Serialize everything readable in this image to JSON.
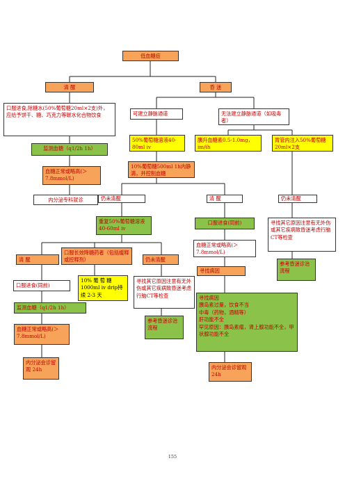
{
  "title": "低血糖症",
  "nodes": {
    "conscious": "清 醒",
    "coma": "昏 迷",
    "oral_sugar": "口服进食,除糖水(50%葡萄糖20ml×2支)外，应给予饼干、糖、巧克力等碳水化合物饮食",
    "monitor1": "监测血糖（q1/2h 1h）",
    "normal1": "血糖正常或略高(＞7.8mmol/L)",
    "endo_clinic": "内分泌专科就诊",
    "iv_possible": "可建立静脉通道",
    "iv_impossible": "无法建立静脉通道（如吸毒者）",
    "glucose50": "50%葡萄糖溶液40-80ml iv",
    "glucose10": "10%葡萄糖500ml 1h内静滴，并控制血糖",
    "glucagon": "胰升血糖素0.5-1.0mg，im/ih",
    "stomach_tube": "胃管内注入50%葡萄糖20ml×2支",
    "still_unconscious1": "仍未清醒",
    "awake_mid": "清 醒",
    "still_unconscious_right": "仍未清醒",
    "repeat_glucose": "重复50%葡萄糖溶液40-60ml iv",
    "oral_eat_mid": "口服进食(同前)",
    "normal_mid": "血糖正常或略高(＞7.8mmol/L)",
    "find_cause_mid": "寻找病因",
    "find_other_right": "寻找其它原因注意有无外伤或其它疾病致昏迷考虑行脑CT等检查",
    "ref_coma_right": "参考昏迷诊治流程",
    "awake_left": "清 醒",
    "long_acting": "口服长效降糖药者（包括缓释或控释剂）",
    "still_unconscious2": "仍未清醒",
    "oral_eat_left": "口服进食(同前)",
    "drip10": "10% 葡 萄 糖1000ml iv drip持续 2-3 天",
    "find_other_mid": "寻找其它原因注意有无外伤或其它疾病致昏迷考虑行脑CT等检查",
    "monitor2": "监测血糖（q1/2h 1h）",
    "ref_coma_mid": "参考昏迷诊治流程",
    "normal2": "血糖正常或略高(＞7.8mmol/L)",
    "causes": "寻找病因\n胰岛素过量，饮食不当\n中毒（药物，酒精等）\n肝功能不全\n罕见原因：胰岛素瘤，肾上腺功能不全，甲状腺功能不全",
    "endo_observe_left": "内分泌会诊留 观 24h",
    "endo_observe_right": "内分泌会诊留观 24h"
  },
  "page_number": "155"
}
